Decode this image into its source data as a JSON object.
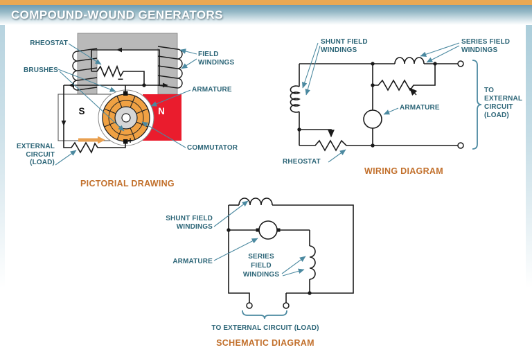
{
  "header": {
    "title": "COMPOUND-WOUND GENERATORS"
  },
  "colors": {
    "header_stripe": "#e9a853",
    "header_blue": "#6d9cb2",
    "label_teal": "#2c6577",
    "leader_teal": "#4b89a0",
    "title_orange": "#c2702c",
    "pole_red": "#ea1c2d",
    "armature_orange": "#f0a143",
    "commutator_gray": "#d6d6d6",
    "yoke_gray": "#b9b9b9",
    "wire_black": "#1a1a1a"
  },
  "pictorial": {
    "title": "PICTORIAL DRAWING",
    "labels": {
      "rheostat": "RHEOSTAT",
      "brushes": "BRUSHES",
      "field_windings": {
        "line1": "FIELD",
        "line2": "WINDINGS"
      },
      "armature": "ARMATURE",
      "commutator": "COMMUTATOR",
      "external_circuit": {
        "line1": "EXTERNAL",
        "line2": "CIRCUIT",
        "line3": "(LOAD)"
      }
    },
    "pole_south": "S",
    "pole_north": "N",
    "polarity_negative": "−",
    "polarity_positive": "+"
  },
  "wiring": {
    "title": "WIRING DIAGRAM",
    "labels": {
      "shunt_field": {
        "line1": "SHUNT FIELD",
        "line2": "WINDINGS"
      },
      "series_field": {
        "line1": "SERIES FIELD",
        "line2": "WINDINGS"
      },
      "armature": "ARMATURE",
      "rheostat": "RHEOSTAT",
      "to_external": {
        "line1": "TO",
        "line2": "EXTERNAL",
        "line3": "CIRCUIT",
        "line4": "(LOAD)"
      }
    }
  },
  "schematic": {
    "title": "SCHEMATIC DIAGRAM",
    "labels": {
      "shunt_field": {
        "line1": "SHUNT FIELD",
        "line2": "WINDINGS"
      },
      "armature": "ARMATURE",
      "series_field": {
        "line1": "SERIES",
        "line2": "FIELD",
        "line3": "WINDINGS"
      },
      "to_external": "TO EXTERNAL CIRCUIT (LOAD)"
    }
  }
}
